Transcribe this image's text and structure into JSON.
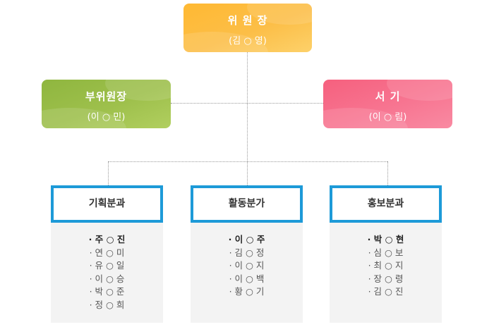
{
  "chair": {
    "title": "위 원 장",
    "name": "(김 ○ 영)"
  },
  "vice": {
    "title": "부위원장",
    "name": "(이 ○ 민)"
  },
  "secretary": {
    "title": "서 기",
    "name": "(이 ○ 림)"
  },
  "departments": [
    {
      "title": "기획분과",
      "members": [
        "· 주 ○ 진",
        "· 연 ○ 미",
        "· 유 ○ 일",
        "· 이 ○ 승",
        "· 박 ○ 준",
        "· 정 ○ 희"
      ]
    },
    {
      "title": "활동분가",
      "members": [
        "· 이 ○ 주",
        "· 김 ○ 정",
        "· 이 ○ 지",
        "· 이 ○ 백",
        "· 황 ○ 기"
      ]
    },
    {
      "title": "홍보분과",
      "members": [
        "· 박 ○ 현",
        "· 심 ○ 보",
        "· 최 ○ 지",
        "· 장 ○ 령",
        "· 김 ○ 진"
      ]
    }
  ],
  "colors": {
    "chair": "#fcb846",
    "vice": "#9bbd4b",
    "secretary": "#f7718c",
    "dept_border": "#1d9ad8"
  }
}
